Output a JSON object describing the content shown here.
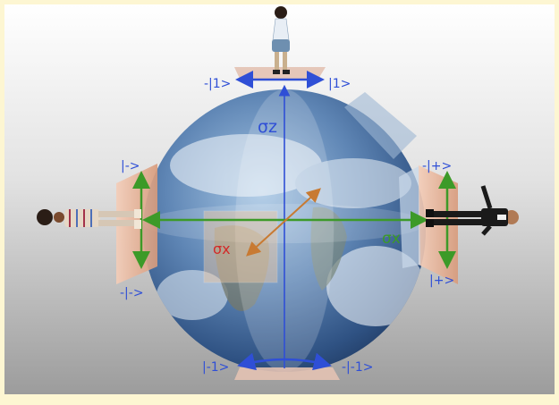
{
  "diagram": {
    "colors": {
      "frame": "#fdf6d2",
      "blue": "#2f4fd6",
      "green": "#3c9a28",
      "orange": "#c87a32",
      "red": "#d22a2a",
      "plate": "#e9b8a0"
    },
    "labels": {
      "top_left_state": "-|1>",
      "top_right_state": "|1>",
      "bottom_left_state": "|-1>",
      "bottom_right_state": "-|-1>",
      "left_top_state": "|->",
      "left_bottom_state": "-|->",
      "right_top_state": "-|+>",
      "right_bottom_state": "|+>",
      "sigma_z": "σz",
      "sigma_x": "σx",
      "sigma_x_red": "σx"
    },
    "figures": [
      "top-figure",
      "left-figure",
      "right-figure"
    ]
  }
}
